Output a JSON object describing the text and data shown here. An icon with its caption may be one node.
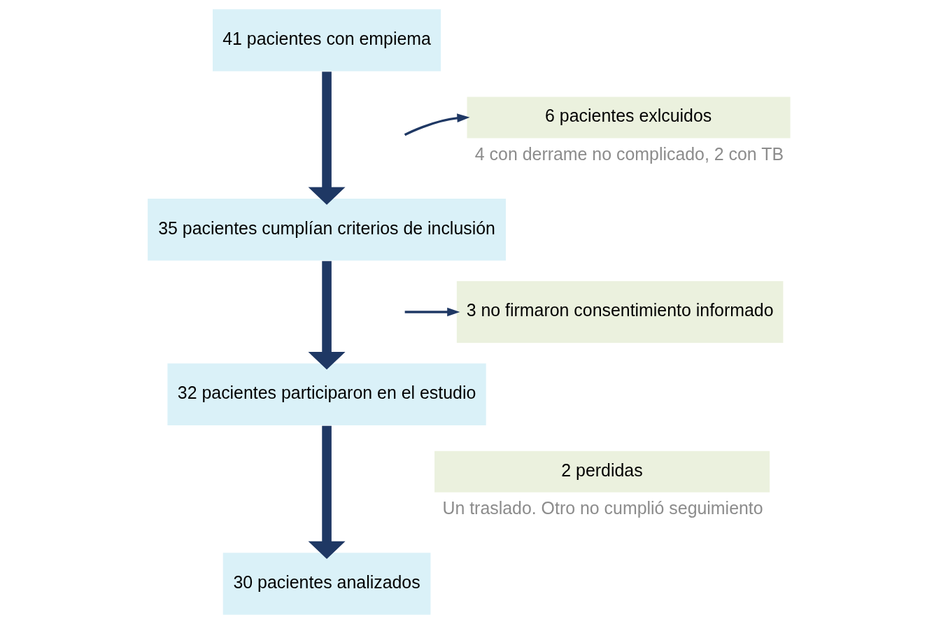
{
  "diagram": {
    "nodes": [
      {
        "text": [
          "41 pacientes con empiema"
        ]
      },
      {
        "text": [
          "35 pacientes cumplían criterios de inclusión"
        ]
      },
      {
        "text": [
          "32 pacientes participaron en el estudio"
        ]
      },
      {
        "text": [
          "30 pacientes analizados"
        ]
      },
      {
        "text": [
          "6 pacientes exlcuidos"
        ],
        "beside": [
          "4 con derrame no complicado, 2 con TB"
        ]
      },
      {
        "text": [
          "3 no firmaron consentimiento informado"
        ]
      },
      {
        "text": [
          "2 perdidas"
        ],
        "beside": [
          "Un traslado. Otro no cumplió seguimiento"
        ]
      }
    ],
    "edges": [
      {
        "from": 0,
        "to": 1,
        "arrow": "to"
      },
      {
        "from": null,
        "to": 4,
        "arrow": "to"
      },
      {
        "from": 1,
        "to": 2,
        "arrow": "to"
      },
      {
        "from": null,
        "to": 5,
        "arrow": "to"
      },
      {
        "from": 2,
        "to": 3,
        "arrow": "to"
      }
    ]
  }
}
